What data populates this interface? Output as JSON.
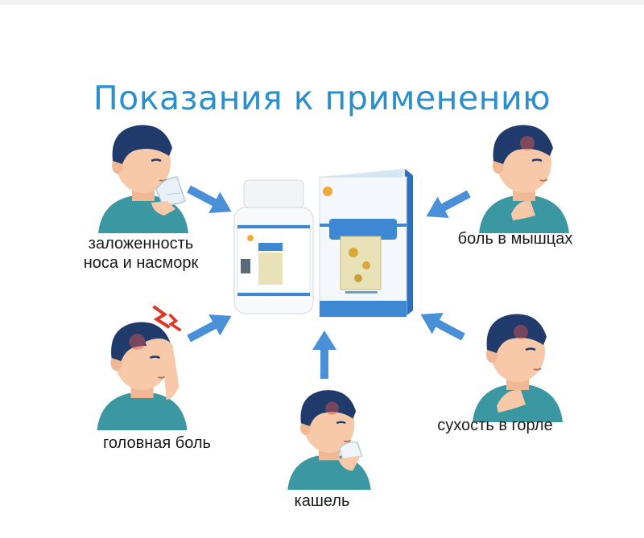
{
  "title": "Показания к применению",
  "symptoms": {
    "nasal": {
      "line1": "заложенность",
      "line2": "носа и насморк"
    },
    "muscle": "боль в мышцах",
    "headache": "головная боль",
    "cough": "кашель",
    "throat": "сухость в горле"
  },
  "colors": {
    "title": "#2a8fcd",
    "arrow": "#4a90d9",
    "hair": "#1f3a6b",
    "skin": "#f7c9a8",
    "shirt": "#3b98a3",
    "box": "#3e87d3"
  },
  "icons": [
    "arrow-icon",
    "pain-zigzag-icon",
    "tissue-icon"
  ]
}
